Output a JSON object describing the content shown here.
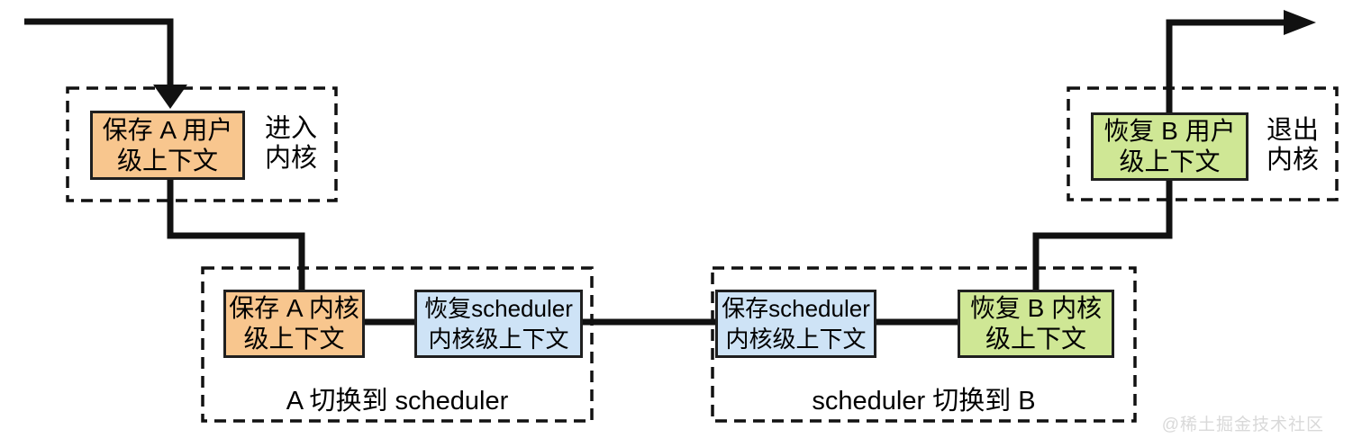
{
  "colors": {
    "line": "#111111",
    "box_border": "#1f1f1f",
    "orange": "#f8c68e",
    "blue": "#cee3f6",
    "green": "#cfe795",
    "watermark": "#d9d9d9"
  },
  "stages": {
    "enter_kernel": {
      "box": {
        "line1": "保存 A 用户",
        "line2": "级上下文"
      },
      "side_label": {
        "line1": "进入",
        "line2": "内核"
      }
    },
    "a_to_scheduler": {
      "save_box": {
        "line1": "保存 A 内核",
        "line2": "级上下文"
      },
      "restore_box": {
        "line1": "恢复scheduler",
        "line2": "内核级上下文"
      },
      "caption": "A 切换到 scheduler"
    },
    "scheduler_to_b": {
      "save_box": {
        "line1": "保存scheduler",
        "line2": "内核级上下文"
      },
      "restore_box": {
        "line1": "恢复 B 内核",
        "line2": "级上下文"
      },
      "caption": "scheduler 切换到 B"
    },
    "exit_kernel": {
      "box": {
        "line1": "恢复 B 用户",
        "line2": "级上下文"
      },
      "side_label": {
        "line1": "退出",
        "line2": "内核"
      }
    }
  },
  "watermark": "@稀土掘金技术社区"
}
